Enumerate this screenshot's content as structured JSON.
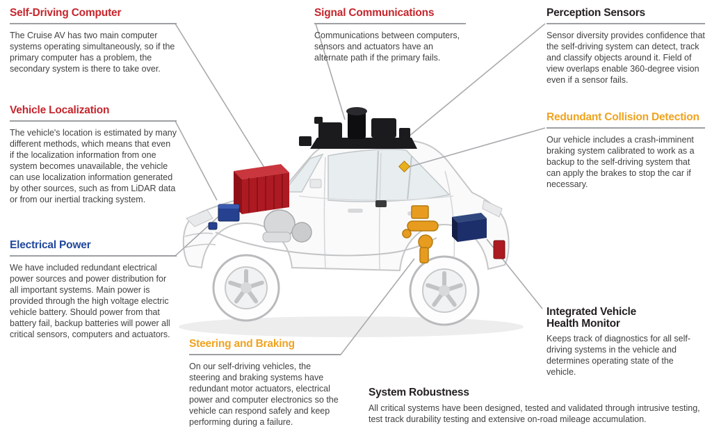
{
  "callouts": {
    "self_driving_computer": {
      "title": "Self-Driving Computer",
      "color": "#c5262d",
      "body": "The Cruise AV has two main computer systems operating simultaneously, so if the primary computer has a problem, the secondary system is there to take over."
    },
    "signal_communications": {
      "title": "Signal Communications",
      "color": "#c5262d",
      "body": "Communications between computers, sensors and actuators have an alternate path if the primary fails."
    },
    "perception_sensors": {
      "title": "Perception Sensors",
      "color": "#231f20",
      "body": "Sensor diversity provides confidence that the self-driving system can detect, track and classify objects around it. Field of view overlaps enable 360-degree vision even if a sensor fails."
    },
    "vehicle_localization": {
      "title": "Vehicle Localization",
      "color": "#c5262d",
      "body": "The vehicle's location is estimated by many different methods, which means that even if the localization information from one system becomes unavailable, the vehicle can use localization information generated by other sources, such as from LiDAR data or from our inertial tracking system."
    },
    "redundant_collision_detection": {
      "title": "Redundant Collision Detection",
      "color": "#efa31f",
      "body": "Our vehicle includes a crash-imminent braking system calibrated to work as a backup to the self-driving system that can apply the brakes to stop the car if necessary."
    },
    "electrical_power": {
      "title": "Electrical Power",
      "color": "#21489c",
      "body": "We have included redundant electrical power sources and power distribution for all important systems. Main power is provided through the high voltage electric vehicle battery. Should power from that battery fail, backup batteries will power all critical sensors, computers and actuators."
    },
    "steering_and_braking": {
      "title": "Steering and Braking",
      "color": "#efa31f",
      "body": "On our self-driving vehicles, the steering and braking systems have redundant motor actuators, electrical power and computer electronics so the vehicle can respond safely and keep performing during a failure."
    },
    "integrated_vehicle_health_monitor": {
      "title": "Integrated Vehicle Health Monitor",
      "color": "#231f20",
      "body": "Keeps track of diagnostics for all self-driving systems in the vehicle and determines operating state of the vehicle."
    },
    "system_robustness": {
      "title": "System Robustness",
      "color": "#231f20",
      "body": "All critical systems have been designed, tested and validated through intrusive testing, test track durability testing and extensive on-road mileage accumulation."
    }
  },
  "palette": {
    "heading_red": "#c5262d",
    "heading_orange": "#efa31f",
    "heading_blue": "#21489c",
    "heading_black": "#231f20",
    "body_text": "#414042",
    "rule_gray": "#9d9fa2",
    "leader_gray": "#a7a9ac",
    "module_computer_red": "#ad1a22",
    "module_sensor_black": "#1b1b1d",
    "module_electrical_blue": "#25418f",
    "module_rear_blue": "#1d2f6b",
    "module_steering_orange": "#e79c20",
    "collision_marker_yellow": "#e8b01c"
  }
}
